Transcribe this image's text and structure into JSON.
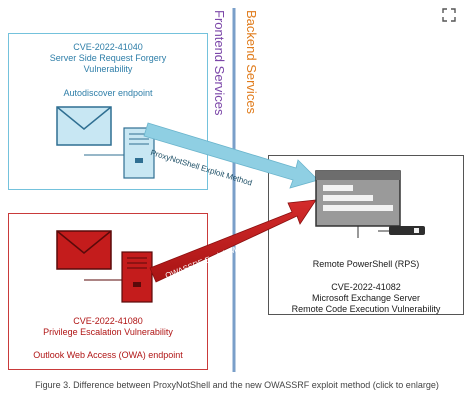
{
  "column_labels": {
    "frontend": "Frontend Services",
    "backend": "Backend Services"
  },
  "blue_box": {
    "cve": "CVE-2022-41040",
    "title_line1": "Server Side Request Forgery",
    "title_line2": "Vulnerability",
    "endpoint": "Autodiscover endpoint"
  },
  "red_box": {
    "cve": "CVE-2022-41080",
    "title": "Privilege Escalation Vulnerability",
    "endpoint": "Outlook Web Access (OWA) endpoint"
  },
  "server_box": {
    "component": "Remote PowerShell (RPS)",
    "cve": "CVE-2022-41082",
    "product": "Microsoft Exchange Server",
    "vuln": "Remote Code Execution Vulnerability"
  },
  "arrows": {
    "proxynotshell": "ProxyNotShell Exploit Method",
    "owassrf": "OWASSRF Exploit Method"
  },
  "caption": "Figure 3. Difference between ProxyNotShell and the new OWASSRF exploit method (click to enlarge)",
  "icons": {
    "zoom": "expand-icon",
    "mail": "envelope-icon",
    "server": "server-tower-icon",
    "window": "app-window-icon",
    "terminal": "terminal-icon"
  },
  "colors": {
    "blue": "#74c2dc",
    "red": "#c01f1f",
    "frontend_label": "#7b46a8",
    "backend_label": "#e07c1c",
    "divider": "#7a9fc9"
  }
}
